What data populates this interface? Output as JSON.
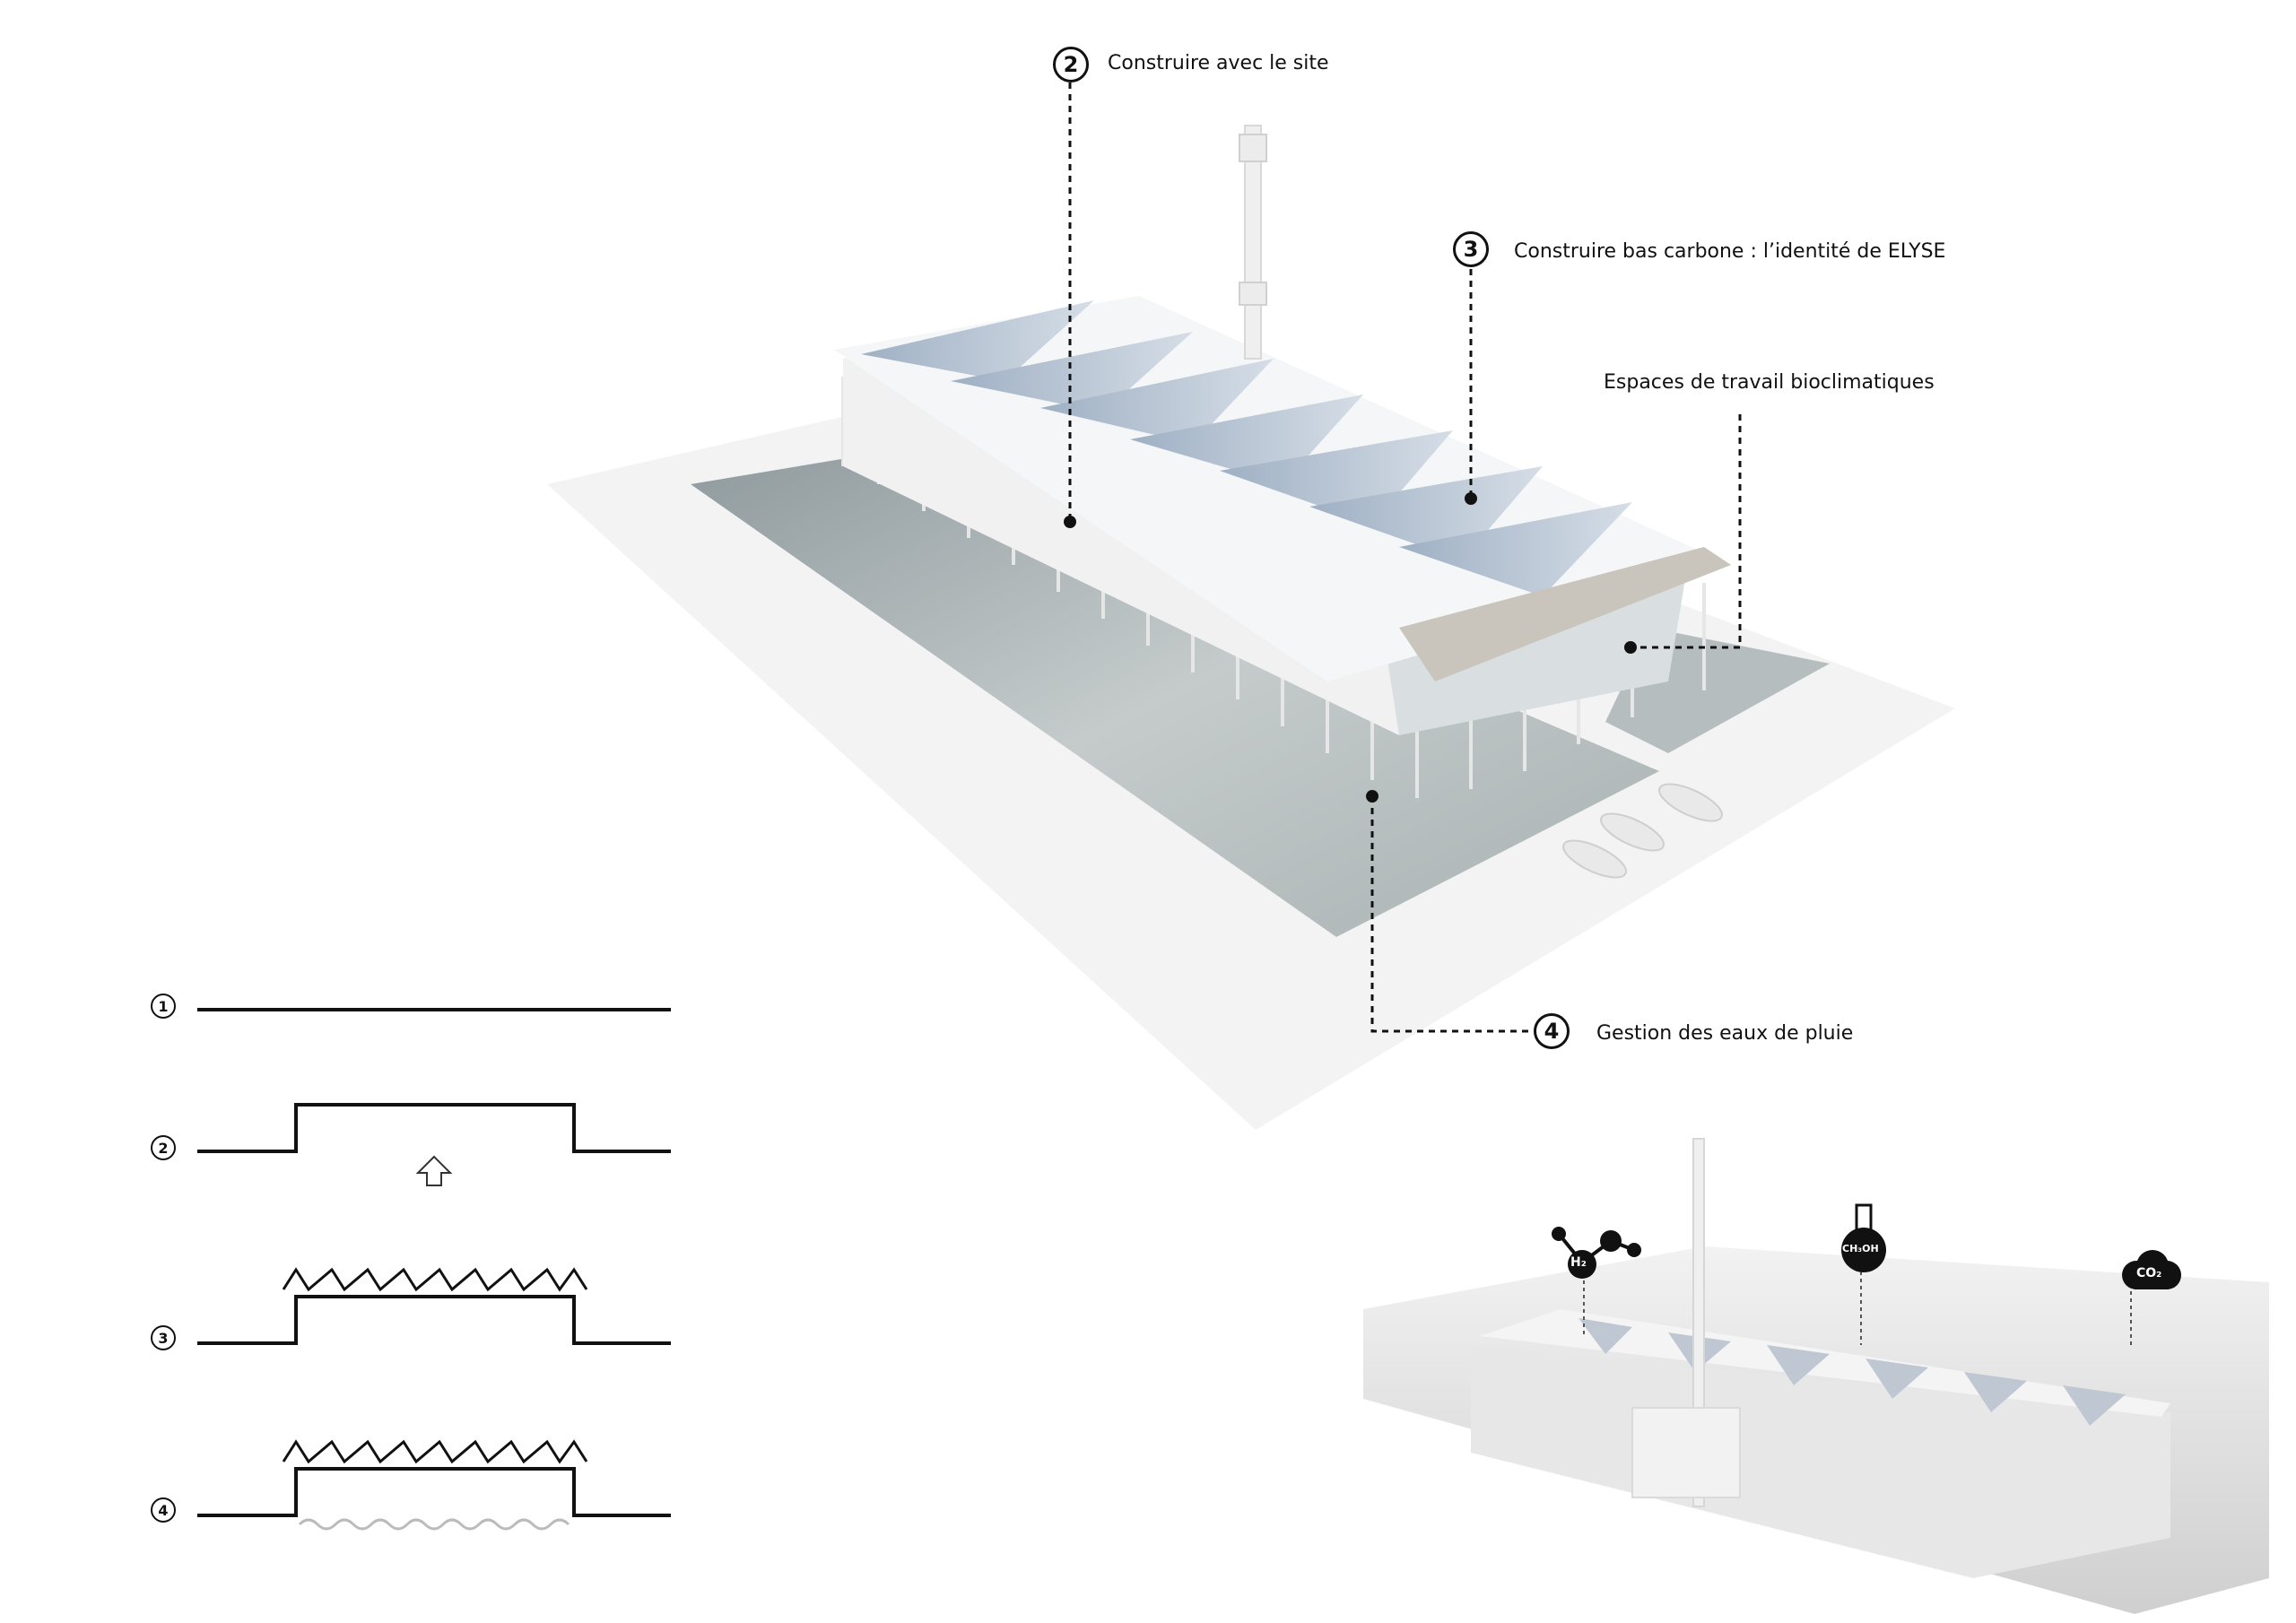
{
  "callouts": [
    {
      "number": "2",
      "label": "Construire avec le site"
    },
    {
      "number": "3",
      "label": "Construire bas carbone : l’identité de ELYSE"
    },
    {
      "number": "",
      "label": "Espaces de travail bioclimatiques"
    },
    {
      "number": "4",
      "label": "Gestion des eaux de pluie"
    }
  ],
  "legend": [
    {
      "number": "1"
    },
    {
      "number": "2"
    },
    {
      "number": "3"
    },
    {
      "number": "4"
    }
  ],
  "icons": [
    {
      "name": "hydrogen-molecule-icon",
      "label": "H₂"
    },
    {
      "name": "methanol-flask-icon",
      "label": "CH₃OH"
    },
    {
      "name": "co2-cloud-icon",
      "label": "CO₂"
    }
  ],
  "colors": {
    "ink": "#111111",
    "roof": "#eef0f2",
    "roof_shade": "#b8c3d0",
    "water": "#aeb6b8",
    "ground": "#f3f2f2"
  }
}
